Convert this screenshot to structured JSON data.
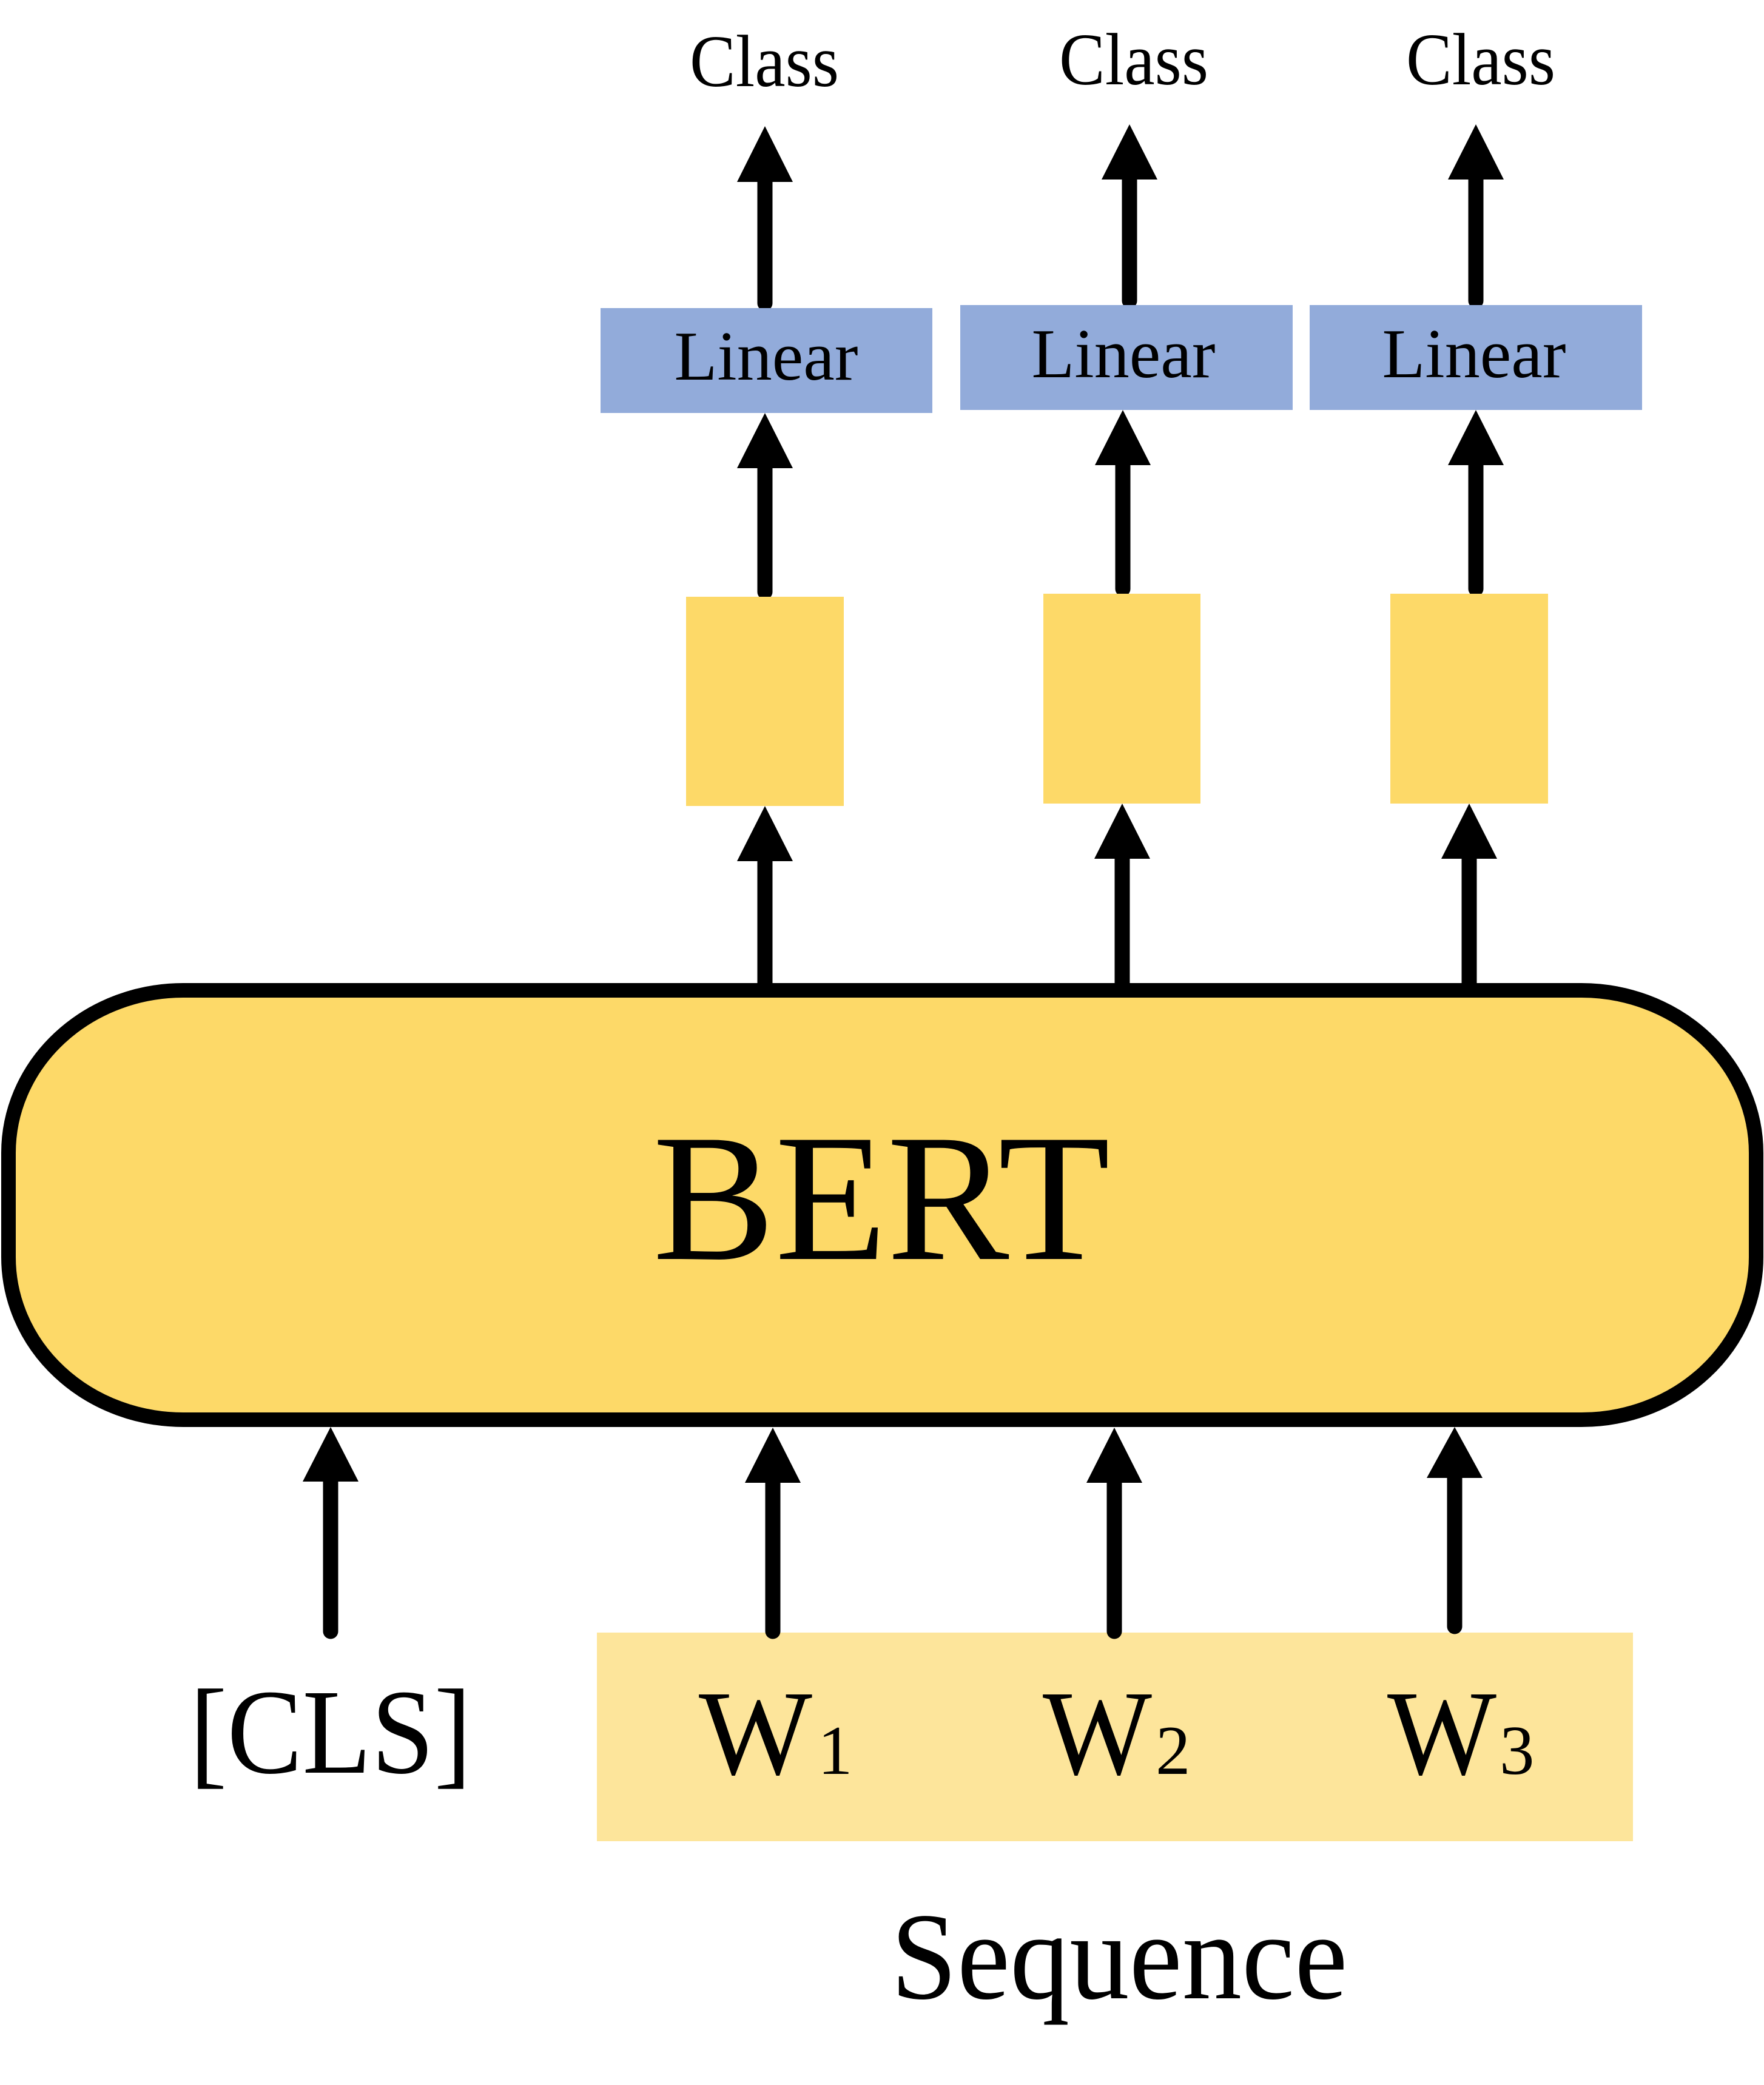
{
  "diagram": {
    "title": "BERT token classification",
    "colors": {
      "bert_fill": "#FDD968",
      "hidden_state_fill": "#FDD968",
      "linear_fill": "#92ABDA",
      "sequence_fill": "#FDE59B",
      "stroke": "#000000",
      "background": "#FFFFFF"
    },
    "encoder": {
      "label": "BERT"
    },
    "outputs": [
      {
        "class_label": "Class",
        "linear_label": "Linear"
      },
      {
        "class_label": "Class",
        "linear_label": "Linear"
      },
      {
        "class_label": "Class",
        "linear_label": "Linear"
      }
    ],
    "inputs": {
      "cls_token": "[CLS]",
      "tokens": [
        {
          "base": "W",
          "subscript": "1"
        },
        {
          "base": "W",
          "subscript": "2"
        },
        {
          "base": "W",
          "subscript": "3"
        }
      ],
      "sequence_label": "Sequence"
    },
    "edges": [
      {
        "from": "[CLS]",
        "to": "BERT"
      },
      {
        "from": "W1",
        "to": "BERT"
      },
      {
        "from": "W2",
        "to": "BERT"
      },
      {
        "from": "W3",
        "to": "BERT"
      },
      {
        "from": "BERT",
        "to": "hidden-state-1"
      },
      {
        "from": "BERT",
        "to": "hidden-state-2"
      },
      {
        "from": "BERT",
        "to": "hidden-state-3"
      },
      {
        "from": "hidden-state-1",
        "to": "Linear-1"
      },
      {
        "from": "hidden-state-2",
        "to": "Linear-2"
      },
      {
        "from": "hidden-state-3",
        "to": "Linear-3"
      },
      {
        "from": "Linear-1",
        "to": "Class-1"
      },
      {
        "from": "Linear-2",
        "to": "Class-2"
      },
      {
        "from": "Linear-3",
        "to": "Class-3"
      }
    ]
  }
}
